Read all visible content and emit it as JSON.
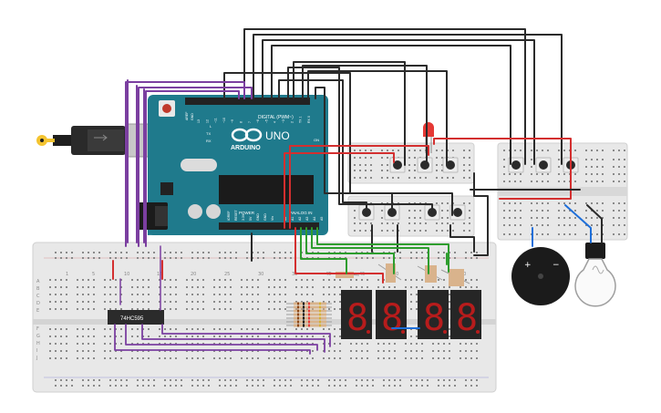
{
  "arduino": {
    "board": "UNO",
    "brand": "ARDUINO",
    "header_digital": "DIGITAL (PWM~)",
    "header_power": "POWER",
    "header_analog": "ANALOG IN",
    "aref": "AREF",
    "gnd": "GND",
    "tx": "TX",
    "rx": "RX",
    "l": "L",
    "on": "ON",
    "digital_pins": [
      "13",
      "12",
      "~11",
      "~10",
      "~9",
      "8",
      "7",
      "~6",
      "~5",
      "4",
      "~3",
      "2",
      "TX 1",
      "RX 0"
    ],
    "power_pins": [
      "IOREF",
      "RESET",
      "3.3V",
      "5V",
      "GND",
      "GND",
      "Vin"
    ],
    "analog_pins": [
      "A0",
      "A1",
      "A2",
      "A3",
      "A4",
      "A5"
    ]
  },
  "chip": {
    "label": "74HC595"
  },
  "breadboard": {
    "row_letters_top": [
      "A",
      "B",
      "C",
      "D",
      "E"
    ],
    "row_letters_bottom": [
      "F",
      "G",
      "H",
      "I",
      "J"
    ],
    "column_numbers": [
      "1",
      "5",
      "10",
      "15",
      "20",
      "25",
      "30",
      "35",
      "40",
      "45",
      "50",
      "55",
      "60"
    ]
  },
  "display": {
    "digits": [
      "8",
      "8",
      "8",
      "8"
    ]
  },
  "colors": {
    "wire_black": "#2b2b2b",
    "wire_purple": "#7b3fa0",
    "wire_red": "#d32f2f",
    "wire_green": "#2e9d2e",
    "wire_blue": "#1e6fd9",
    "board_teal": "#1f7a8c",
    "segment_red": "#b71c1c"
  },
  "icons": [
    "usb-plug-icon",
    "power-jack-icon",
    "reset-button-icon",
    "led-red-icon",
    "buzzer-icon",
    "light-bulb-icon",
    "pushbutton-icon",
    "resistor-icon"
  ]
}
